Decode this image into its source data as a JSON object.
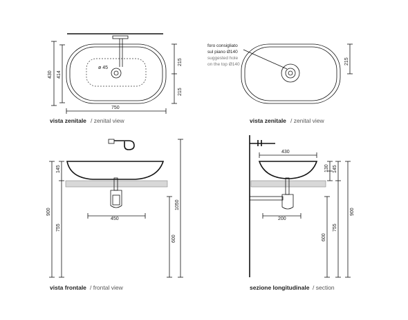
{
  "top_view_left": {
    "dims": {
      "height_outer": "430",
      "height_inner": "414",
      "upper_half": "215",
      "lower_half": "215",
      "width": "750",
      "hole": "ø 45"
    },
    "caption_it": "vista zenitale",
    "caption_en": "/ zenital view"
  },
  "top_view_right": {
    "note_it": [
      "foro consigliato",
      "sul piano Ø140"
    ],
    "note_en": [
      "suggested hole",
      "on the top Ø140"
    ],
    "dims": {
      "half_depth": "215"
    },
    "caption_it": "vista zenitale",
    "caption_en": "/ zenital view"
  },
  "front_view": {
    "dims": {
      "bowl_height": "145",
      "counter_to_rim": "755",
      "total_to_rim": "900",
      "trap_width": "450",
      "tap_height": "1050",
      "counter_height": "600"
    },
    "caption_it": "vista frontale",
    "caption_en": "/ frontal view"
  },
  "section_view": {
    "dims": {
      "bowl_width": "430",
      "counter_thickness": "130",
      "bowl_height": "145",
      "trap_width": "200",
      "counter_height": "600",
      "counter_to_rim": "755",
      "total_to_rim": "900"
    },
    "caption_it": "sezione longitudinale",
    "caption_en": "/ section"
  }
}
